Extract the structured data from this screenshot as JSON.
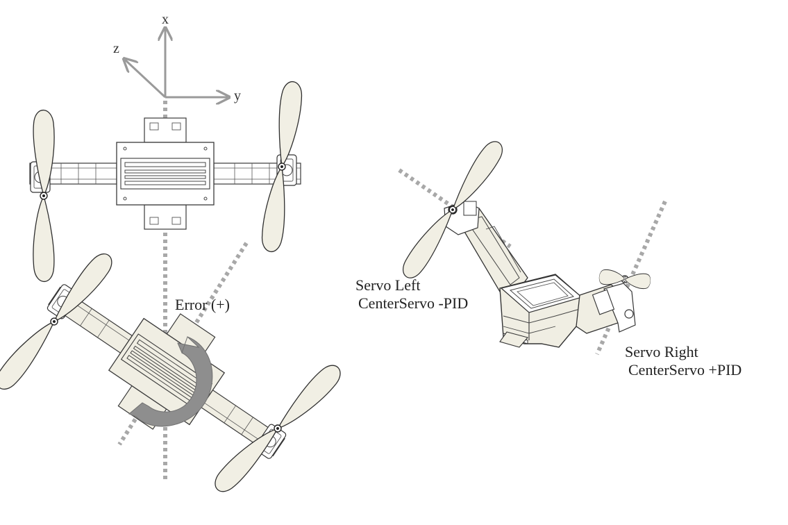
{
  "axes": {
    "x": "x",
    "y": "y",
    "z": "z"
  },
  "labels": {
    "error": "Error (+)",
    "servo_left_line1": "Servo Left",
    "servo_left_line2": "CenterServo -PID",
    "servo_right_line1": "Servo Right",
    "servo_right_line2": "CenterServo +PID"
  },
  "colors": {
    "axis": "#9a9a9a",
    "dotted": "#a8a8a8",
    "frame_stroke": "#3a3a3a",
    "frame_fill": "#ffffff",
    "frame_fill_rotated": "#f0eee3",
    "propeller_fill": "#f1efe4",
    "arrow": "#8e8e8e"
  }
}
